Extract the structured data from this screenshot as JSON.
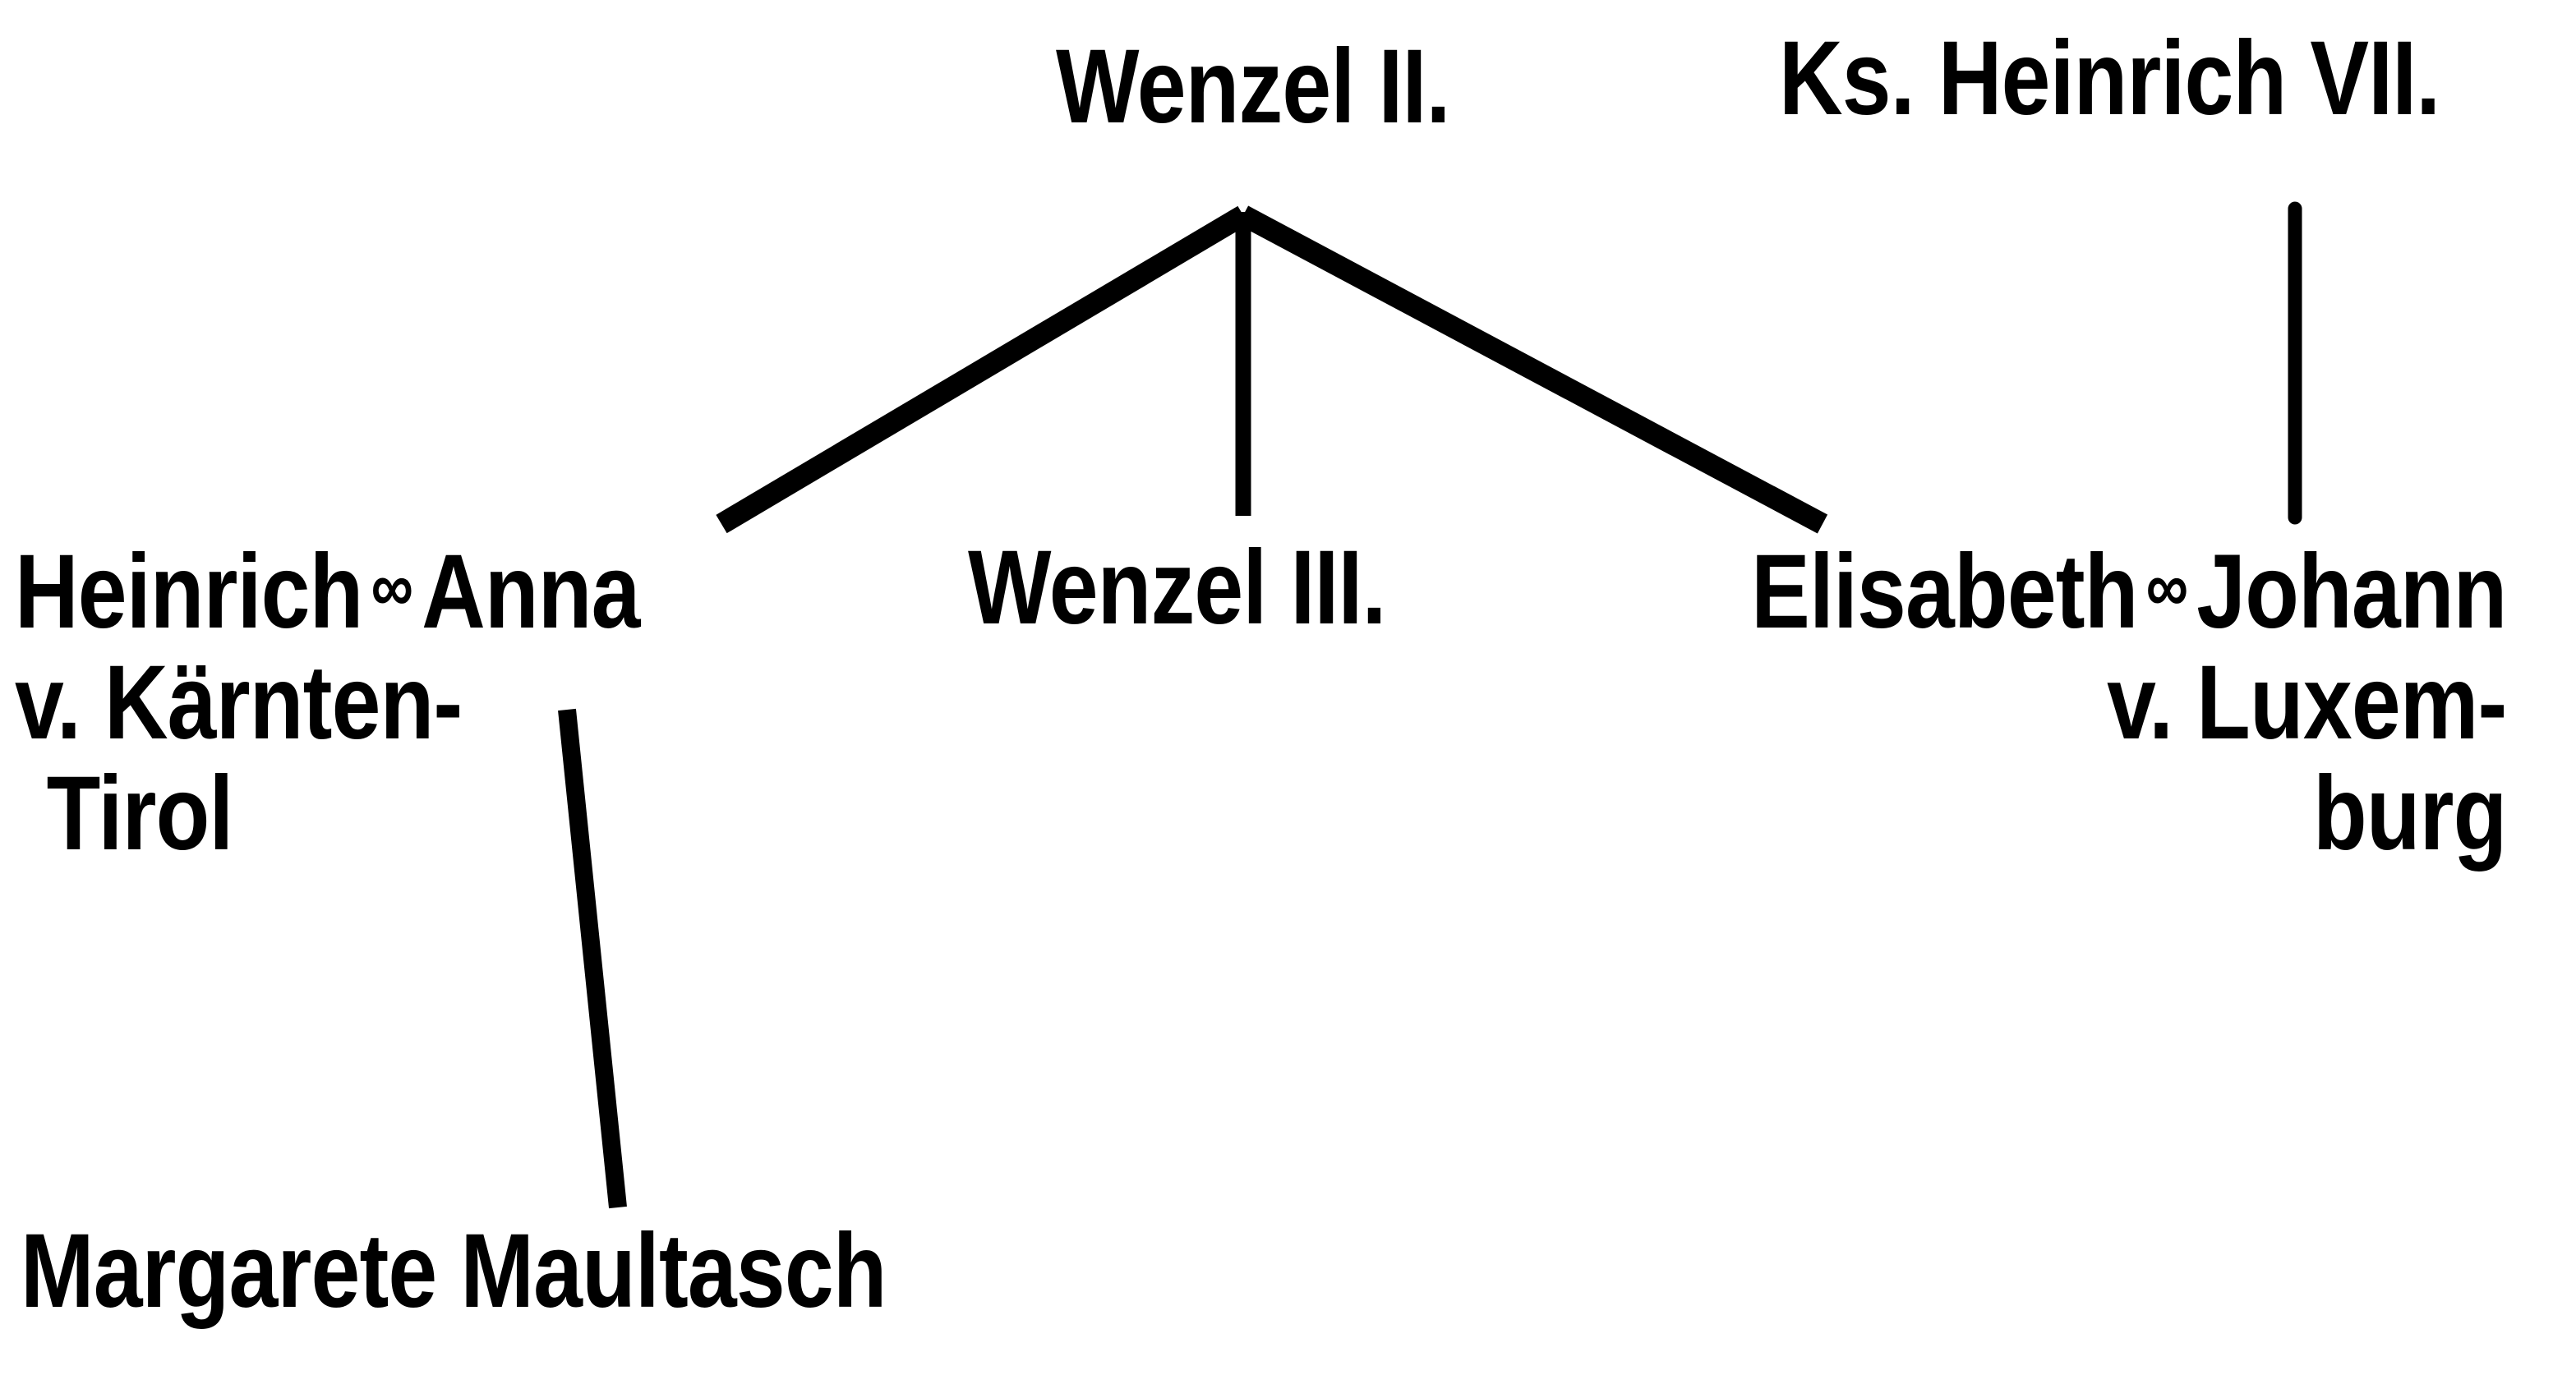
{
  "diagram": {
    "type": "genealogy-tree",
    "background_color": "#ffffff",
    "line_color": "#000000",
    "text_color": "#000000",
    "marriage_symbol": "∞",
    "nodes": {
      "wenzel2": {
        "name": "Wenzel II."
      },
      "heinrich7": {
        "name": "Ks. Heinrich VII."
      },
      "heinrich_anna": {
        "line1_a": "Heinrich",
        "line1_b": "Anna",
        "line2": "v. Kärnten-",
        "line3": "Tirol"
      },
      "wenzel3": {
        "name": "Wenzel III."
      },
      "elisabeth_johann": {
        "line1_a": "Elisabeth",
        "line1_b": "Johann",
        "line2": "v. Luxem-",
        "line3": "burg"
      },
      "margarete": {
        "name": "Margarete Maultasch"
      }
    },
    "edges": [
      {
        "from": "wenzel2",
        "to": "heinrich_anna",
        "style": "diagonal-left"
      },
      {
        "from": "wenzel2",
        "to": "wenzel3",
        "style": "vertical"
      },
      {
        "from": "wenzel2",
        "to": "elisabeth_johann",
        "style": "diagonal-right"
      },
      {
        "from": "heinrich7",
        "to": "elisabeth_johann",
        "style": "vertical"
      },
      {
        "from": "heinrich_anna",
        "to": "margarete",
        "style": "descender"
      }
    ]
  }
}
